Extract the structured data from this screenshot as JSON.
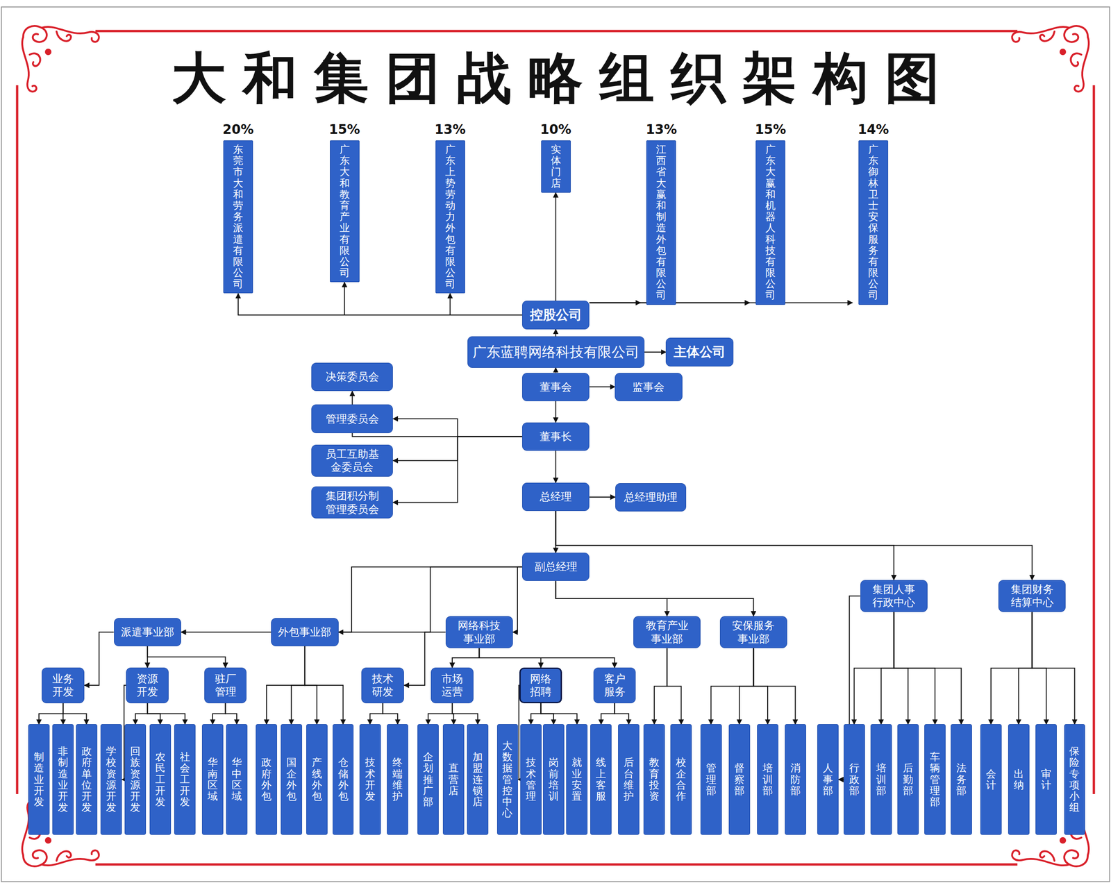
{
  "diagram": {
    "title": "大和集团战略组织架构图",
    "nodes": [
      {
        "text": [
          "20%",
          "东莞市大和劳务派遣有限公司"
        ]
      },
      {
        "text": [
          "15%",
          "广东大和教育产业有限公司"
        ]
      },
      {
        "text": [
          "13%",
          "广东上势劳动力外包有限公司"
        ]
      },
      {
        "text": [
          "10%",
          "实体门店"
        ]
      },
      {
        "text": [
          "13%",
          "江西省大赢和制造外包有限公司"
        ]
      },
      {
        "text": [
          "15%",
          "广东大赢和机器人科技有限公司"
        ]
      },
      {
        "text": [
          "14%",
          "广东御林卫士安保服务有限公司"
        ]
      },
      {
        "text": [
          "控股公司"
        ]
      },
      {
        "text": [
          "广东蓝聘网络科技有限公司"
        ]
      },
      {
        "text": [
          "主体公司"
        ]
      },
      {
        "text": [
          "决策委员会"
        ]
      },
      {
        "text": [
          "管理委员会"
        ]
      },
      {
        "text": [
          "员工互助基金委员会"
        ]
      },
      {
        "text": [
          "集团积分制管理委员会"
        ]
      },
      {
        "text": [
          "董事会"
        ]
      },
      {
        "text": [
          "监事会"
        ]
      },
      {
        "text": [
          "董事长"
        ]
      },
      {
        "text": [
          "总经理"
        ]
      },
      {
        "text": [
          "总经理助理"
        ]
      },
      {
        "text": [
          "副总经理"
        ]
      },
      {
        "text": [
          "集团人事行政中心"
        ]
      },
      {
        "text": [
          "集团财务结算中心"
        ]
      },
      {
        "text": [
          "派遣事业部"
        ]
      },
      {
        "text": [
          "外包事业部"
        ]
      },
      {
        "text": [
          "网络科技事业部"
        ]
      },
      {
        "text": [
          "教育产业事业部"
        ]
      },
      {
        "text": [
          "安保服务事业部"
        ]
      },
      {
        "text": [
          "业务开发"
        ]
      },
      {
        "text": [
          "资源开发"
        ]
      },
      {
        "text": [
          "驻厂管理"
        ]
      },
      {
        "text": [
          "技术研发"
        ]
      },
      {
        "text": [
          "市场运营"
        ]
      },
      {
        "text": [
          "网络招聘"
        ]
      },
      {
        "text": [
          "客户服务"
        ]
      },
      {
        "text": [
          "制造业开发"
        ]
      },
      {
        "text": [
          "非制造业开发"
        ]
      },
      {
        "text": [
          "政府单位开发"
        ]
      },
      {
        "text": [
          "学校资源开发"
        ]
      },
      {
        "text": [
          "回族资源开发"
        ]
      },
      {
        "text": [
          "农民工开发"
        ]
      },
      {
        "text": [
          "社会工开发"
        ]
      },
      {
        "text": [
          "华南区域"
        ]
      },
      {
        "text": [
          "华中区域"
        ]
      },
      {
        "text": [
          "政府外包"
        ]
      },
      {
        "text": [
          "国企外包"
        ]
      },
      {
        "text": [
          "产线外包"
        ]
      },
      {
        "text": [
          "仓储外包"
        ]
      },
      {
        "text": [
          "技术开发"
        ]
      },
      {
        "text": [
          "终端维护"
        ]
      },
      {
        "text": [
          "企划推广部"
        ]
      },
      {
        "text": [
          "直营店"
        ]
      },
      {
        "text": [
          "加盟连锁店"
        ]
      },
      {
        "text": [
          "大数据管控中心"
        ]
      },
      {
        "text": [
          "技术管理"
        ]
      },
      {
        "text": [
          "岗前培训"
        ]
      },
      {
        "text": [
          "就业安置"
        ]
      },
      {
        "text": [
          "线上客服"
        ]
      },
      {
        "text": [
          "后台维护"
        ]
      },
      {
        "text": [
          "教育投资"
        ]
      },
      {
        "text": [
          "校企合作"
        ]
      },
      {
        "text": [
          "管理部"
        ]
      },
      {
        "text": [
          "督察部"
        ]
      },
      {
        "text": [
          "培训部"
        ]
      },
      {
        "text": [
          "消防部"
        ]
      },
      {
        "text": [
          "人事部"
        ]
      },
      {
        "text": [
          "行政部"
        ]
      },
      {
        "text": [
          "培训部"
        ]
      },
      {
        "text": [
          "后勤部"
        ]
      },
      {
        "text": [
          "车辆管理部"
        ]
      },
      {
        "text": [
          "法务部"
        ]
      },
      {
        "text": [
          "会计"
        ]
      },
      {
        "text": [
          "出纳"
        ]
      },
      {
        "text": [
          "审计"
        ]
      },
      {
        "text": [
          "保险专项小组"
        ]
      }
    ],
    "edges": [
      {
        "from": 7,
        "to": 0,
        "arrow": "to"
      },
      {
        "from": 7,
        "to": 1,
        "arrow": "to"
      },
      {
        "from": 7,
        "to": 2,
        "arrow": "to"
      },
      {
        "from": 7,
        "to": 3,
        "arrow": "to"
      },
      {
        "from": 7,
        "to": 4,
        "arrow": "to"
      },
      {
        "from": 7,
        "to": 5,
        "arrow": "to"
      },
      {
        "from": 7,
        "to": 6,
        "arrow": "to"
      },
      {
        "from": 8,
        "to": 7,
        "arrow": "to"
      },
      {
        "from": 8,
        "to": 9,
        "arrow": "to"
      },
      {
        "from": 14,
        "to": 8,
        "arrow": "to"
      },
      {
        "from": 14,
        "to": 15,
        "arrow": "to"
      },
      {
        "from": 14,
        "to": 16,
        "arrow": "to"
      },
      {
        "from": 16,
        "to": 10,
        "arrow": "to"
      },
      {
        "from": 16,
        "to": 11,
        "arrow": "to"
      },
      {
        "from": 16,
        "to": 12,
        "arrow": "to"
      },
      {
        "from": 16,
        "to": 13,
        "arrow": "to"
      },
      {
        "from": 16,
        "to": 17,
        "arrow": "to"
      },
      {
        "from": 17,
        "to": 18,
        "arrow": "to"
      },
      {
        "from": 17,
        "to": 19,
        "arrow": "to"
      },
      {
        "from": 17,
        "to": 20,
        "arrow": "to"
      },
      {
        "from": 17,
        "to": 21,
        "arrow": "to"
      },
      {
        "from": 19,
        "to": 22,
        "arrow": "to"
      },
      {
        "from": 19,
        "to": 23,
        "arrow": "to"
      },
      {
        "from": 19,
        "to": 24,
        "arrow": "to"
      },
      {
        "from": 19,
        "to": 25,
        "arrow": "to"
      },
      {
        "from": 19,
        "to": 26,
        "arrow": "to"
      },
      {
        "from": 22,
        "to": 27,
        "arrow": "to"
      },
      {
        "from": 22,
        "to": 28,
        "arrow": "to"
      },
      {
        "from": 22,
        "to": 29,
        "arrow": "to"
      },
      {
        "from": 24,
        "to": 30,
        "arrow": "to"
      },
      {
        "from": 24,
        "to": 31,
        "arrow": "to"
      },
      {
        "from": 24,
        "to": 32,
        "arrow": "to"
      },
      {
        "from": 24,
        "to": 33,
        "arrow": "to"
      },
      {
        "from": 23,
        "to": 43,
        "arrow": "to"
      },
      {
        "from": 23,
        "to": 44,
        "arrow": "to"
      },
      {
        "from": 23,
        "to": 45,
        "arrow": "to"
      },
      {
        "from": 23,
        "to": 46,
        "arrow": "to"
      },
      {
        "from": 25,
        "to": 58,
        "arrow": "to"
      },
      {
        "from": 25,
        "to": 59,
        "arrow": "to"
      },
      {
        "from": 26,
        "to": 60,
        "arrow": "to"
      },
      {
        "from": 26,
        "to": 61,
        "arrow": "to"
      },
      {
        "from": 26,
        "to": 62,
        "arrow": "to"
      },
      {
        "from": 26,
        "to": 63,
        "arrow": "to"
      },
      {
        "from": 20,
        "to": 64,
        "arrow": "to"
      },
      {
        "from": 20,
        "to": 65,
        "arrow": "to"
      },
      {
        "from": 20,
        "to": 66,
        "arrow": "to"
      },
      {
        "from": 20,
        "to": 67,
        "arrow": "to"
      },
      {
        "from": 20,
        "to": 68,
        "arrow": "to"
      },
      {
        "from": 20,
        "to": 69,
        "arrow": "to"
      },
      {
        "from": 21,
        "to": 70,
        "arrow": "to"
      },
      {
        "from": 21,
        "to": 71,
        "arrow": "to"
      },
      {
        "from": 21,
        "to": 72,
        "arrow": "to"
      },
      {
        "from": 21,
        "to": 73,
        "arrow": "to"
      },
      {
        "from": 27,
        "to": 34,
        "arrow": "to"
      },
      {
        "from": 27,
        "to": 35,
        "arrow": "to"
      },
      {
        "from": 27,
        "to": 36,
        "arrow": "to"
      },
      {
        "from": 28,
        "to": 37,
        "arrow": "to"
      },
      {
        "from": 28,
        "to": 38,
        "arrow": "to"
      },
      {
        "from": 28,
        "to": 39,
        "arrow": "to"
      },
      {
        "from": 28,
        "to": 40,
        "arrow": "to"
      },
      {
        "from": 29,
        "to": 41,
        "arrow": "to"
      },
      {
        "from": 29,
        "to": 42,
        "arrow": "to"
      },
      {
        "from": 30,
        "to": 47,
        "arrow": "to"
      },
      {
        "from": 30,
        "to": 48,
        "arrow": "to"
      },
      {
        "from": 31,
        "to": 49,
        "arrow": "to"
      },
      {
        "from": 31,
        "to": 50,
        "arrow": "to"
      },
      {
        "from": 31,
        "to": 51,
        "arrow": "to"
      },
      {
        "from": 32,
        "to": 52,
        "arrow": "to"
      },
      {
        "from": 32,
        "to": 53,
        "arrow": "to"
      },
      {
        "from": 32,
        "to": 54,
        "arrow": "to"
      },
      {
        "from": 32,
        "to": 55,
        "arrow": "to"
      },
      {
        "from": 33,
        "to": 56,
        "arrow": "to"
      },
      {
        "from": 33,
        "to": 57,
        "arrow": "to"
      }
    ]
  }
}
